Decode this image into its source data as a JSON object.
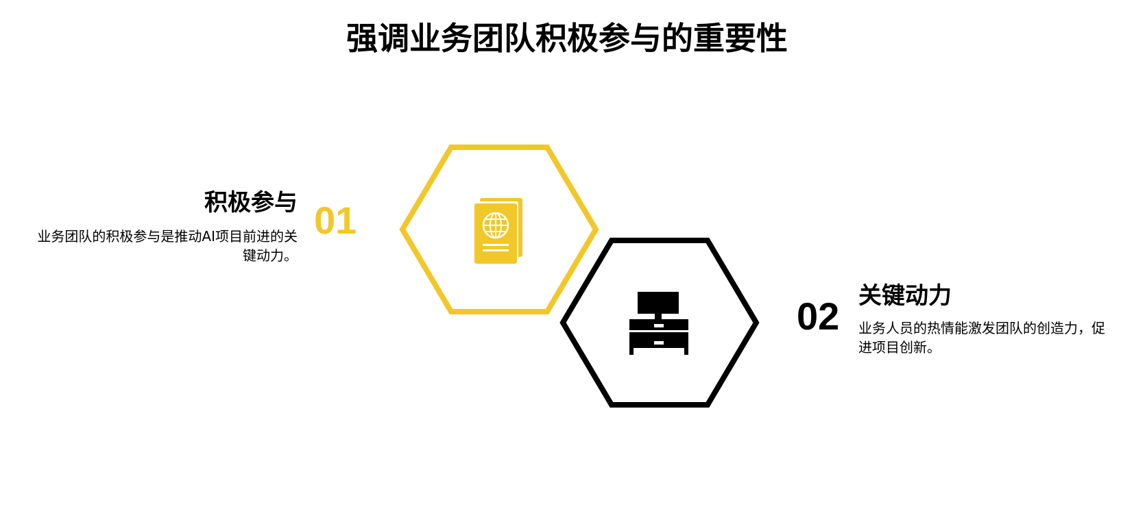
{
  "title": "强调业务团队积极参与的重要性",
  "colors": {
    "accent": "#F1C72A",
    "dark": "#000000",
    "background": "#FFFFFF"
  },
  "items": [
    {
      "number": "01",
      "title": "积极参与",
      "description": "业务团队的积极参与是推动AI项目前进的关键动力。",
      "icon": "passport-icon",
      "color": "#F1C72A"
    },
    {
      "number": "02",
      "title": "关键动力",
      "description": "业务人员的热情能激发团队的创造力，促进项目创新。",
      "icon": "workstation-icon",
      "color": "#000000"
    }
  ]
}
